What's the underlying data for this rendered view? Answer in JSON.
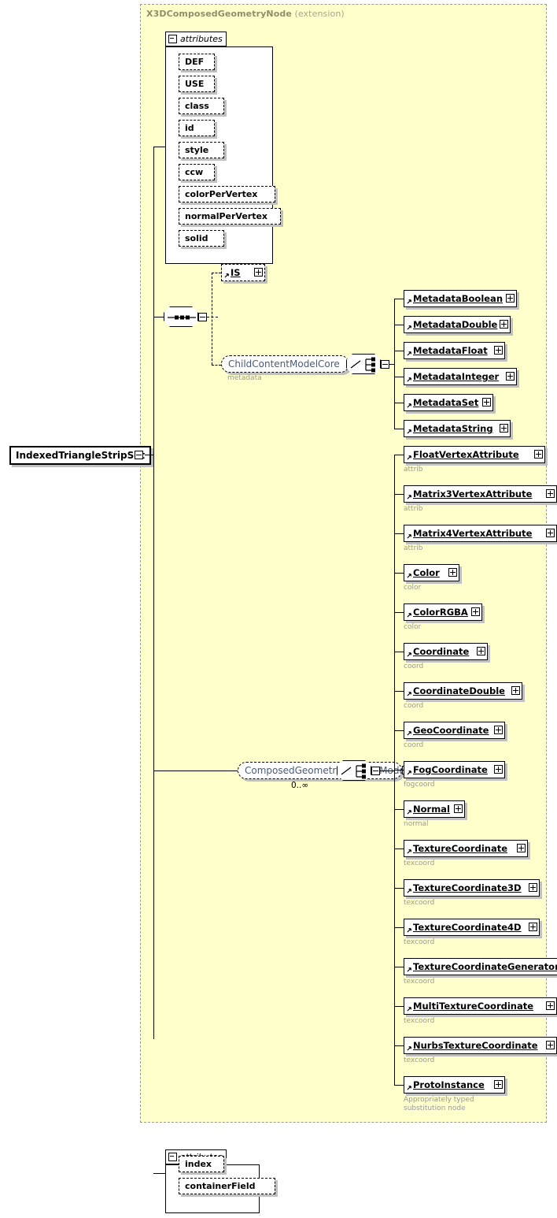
{
  "diagram": {
    "type": "xml-schema-diagram",
    "root_element": {
      "label": "IndexedTriangleStripSet",
      "control": "minus"
    },
    "extension_panel": {
      "type_name": "X3DComposedGeometryNode",
      "kind_label": "(extension)"
    },
    "attributes_top": {
      "header_label": "attributes",
      "control": "minus",
      "items": [
        {
          "label": "DEF"
        },
        {
          "label": "USE"
        },
        {
          "label": "class"
        },
        {
          "label": "id"
        },
        {
          "label": "style"
        },
        {
          "label": "ccw"
        },
        {
          "label": "colorPerVertex"
        },
        {
          "label": "normalPerVertex"
        },
        {
          "label": "solid"
        }
      ]
    },
    "sequence_compositor": {
      "icon": "sequence-icon",
      "control": "minus"
    },
    "is_element": {
      "label": "IS",
      "control": "plus",
      "optional": true
    },
    "child_content_model_core": {
      "label": "ChildContentModelCore",
      "caption": "metadata",
      "control": "minus",
      "choice": {
        "icon": "choice-icon",
        "control": "minus"
      },
      "children": [
        {
          "label": "MetadataBoolean",
          "control": "plus"
        },
        {
          "label": "MetadataDouble",
          "control": "plus"
        },
        {
          "label": "MetadataFloat",
          "control": "plus"
        },
        {
          "label": "MetadataInteger",
          "control": "plus"
        },
        {
          "label": "MetadataSet",
          "control": "plus"
        },
        {
          "label": "MetadataString",
          "control": "plus"
        }
      ]
    },
    "composed_geometry_content_model": {
      "label": "ComposedGeometryContentModel",
      "multiplicity": "0..∞",
      "control": "minus",
      "choice": {
        "icon": "choice-icon",
        "control": "minus"
      },
      "children": [
        {
          "label": "FloatVertexAttribute",
          "control": "plus",
          "caption": "attrib"
        },
        {
          "label": "Matrix3VertexAttribute",
          "control": "plus",
          "caption": "attrib"
        },
        {
          "label": "Matrix4VertexAttribute",
          "control": "plus",
          "caption": "attrib"
        },
        {
          "label": "Color",
          "control": "plus",
          "caption": "color"
        },
        {
          "label": "ColorRGBA",
          "control": "plus",
          "caption": "color"
        },
        {
          "label": "Coordinate",
          "control": "plus",
          "caption": "coord"
        },
        {
          "label": "CoordinateDouble",
          "control": "plus",
          "caption": "coord"
        },
        {
          "label": "GeoCoordinate",
          "control": "plus",
          "caption": "coord"
        },
        {
          "label": "FogCoordinate",
          "control": "plus",
          "caption": "fogcoord"
        },
        {
          "label": "Normal",
          "control": "plus",
          "caption": "normal"
        },
        {
          "label": "TextureCoordinate",
          "control": "plus",
          "caption": "texcoord"
        },
        {
          "label": "TextureCoordinate3D",
          "control": "plus",
          "caption": "texcoord"
        },
        {
          "label": "TextureCoordinate4D",
          "control": "plus",
          "caption": "texcoord"
        },
        {
          "label": "TextureCoordinateGenerator",
          "control": "plus",
          "caption": "texcoord"
        },
        {
          "label": "MultiTextureCoordinate",
          "control": "plus",
          "caption": "texcoord"
        },
        {
          "label": "NurbsTextureCoordinate",
          "control": "plus",
          "caption": "texcoord"
        },
        {
          "label": "ProtoInstance",
          "control": "plus",
          "caption": "Appropriately typed\nsubstitution node"
        }
      ]
    },
    "attributes_bottom": {
      "header_label": "attributes",
      "control": "minus",
      "items": [
        {
          "label": "index"
        },
        {
          "label": "containerField"
        }
      ]
    },
    "colors": {
      "panel_background": "#ffffcc",
      "panel_border": "#9a9a9a",
      "type_name": "#8f8f6a",
      "group_text": "#4a5a7a",
      "caption_text": "#9a9a9a",
      "shadow": "#c0c0c0",
      "page_background": "#ffffff"
    }
  }
}
